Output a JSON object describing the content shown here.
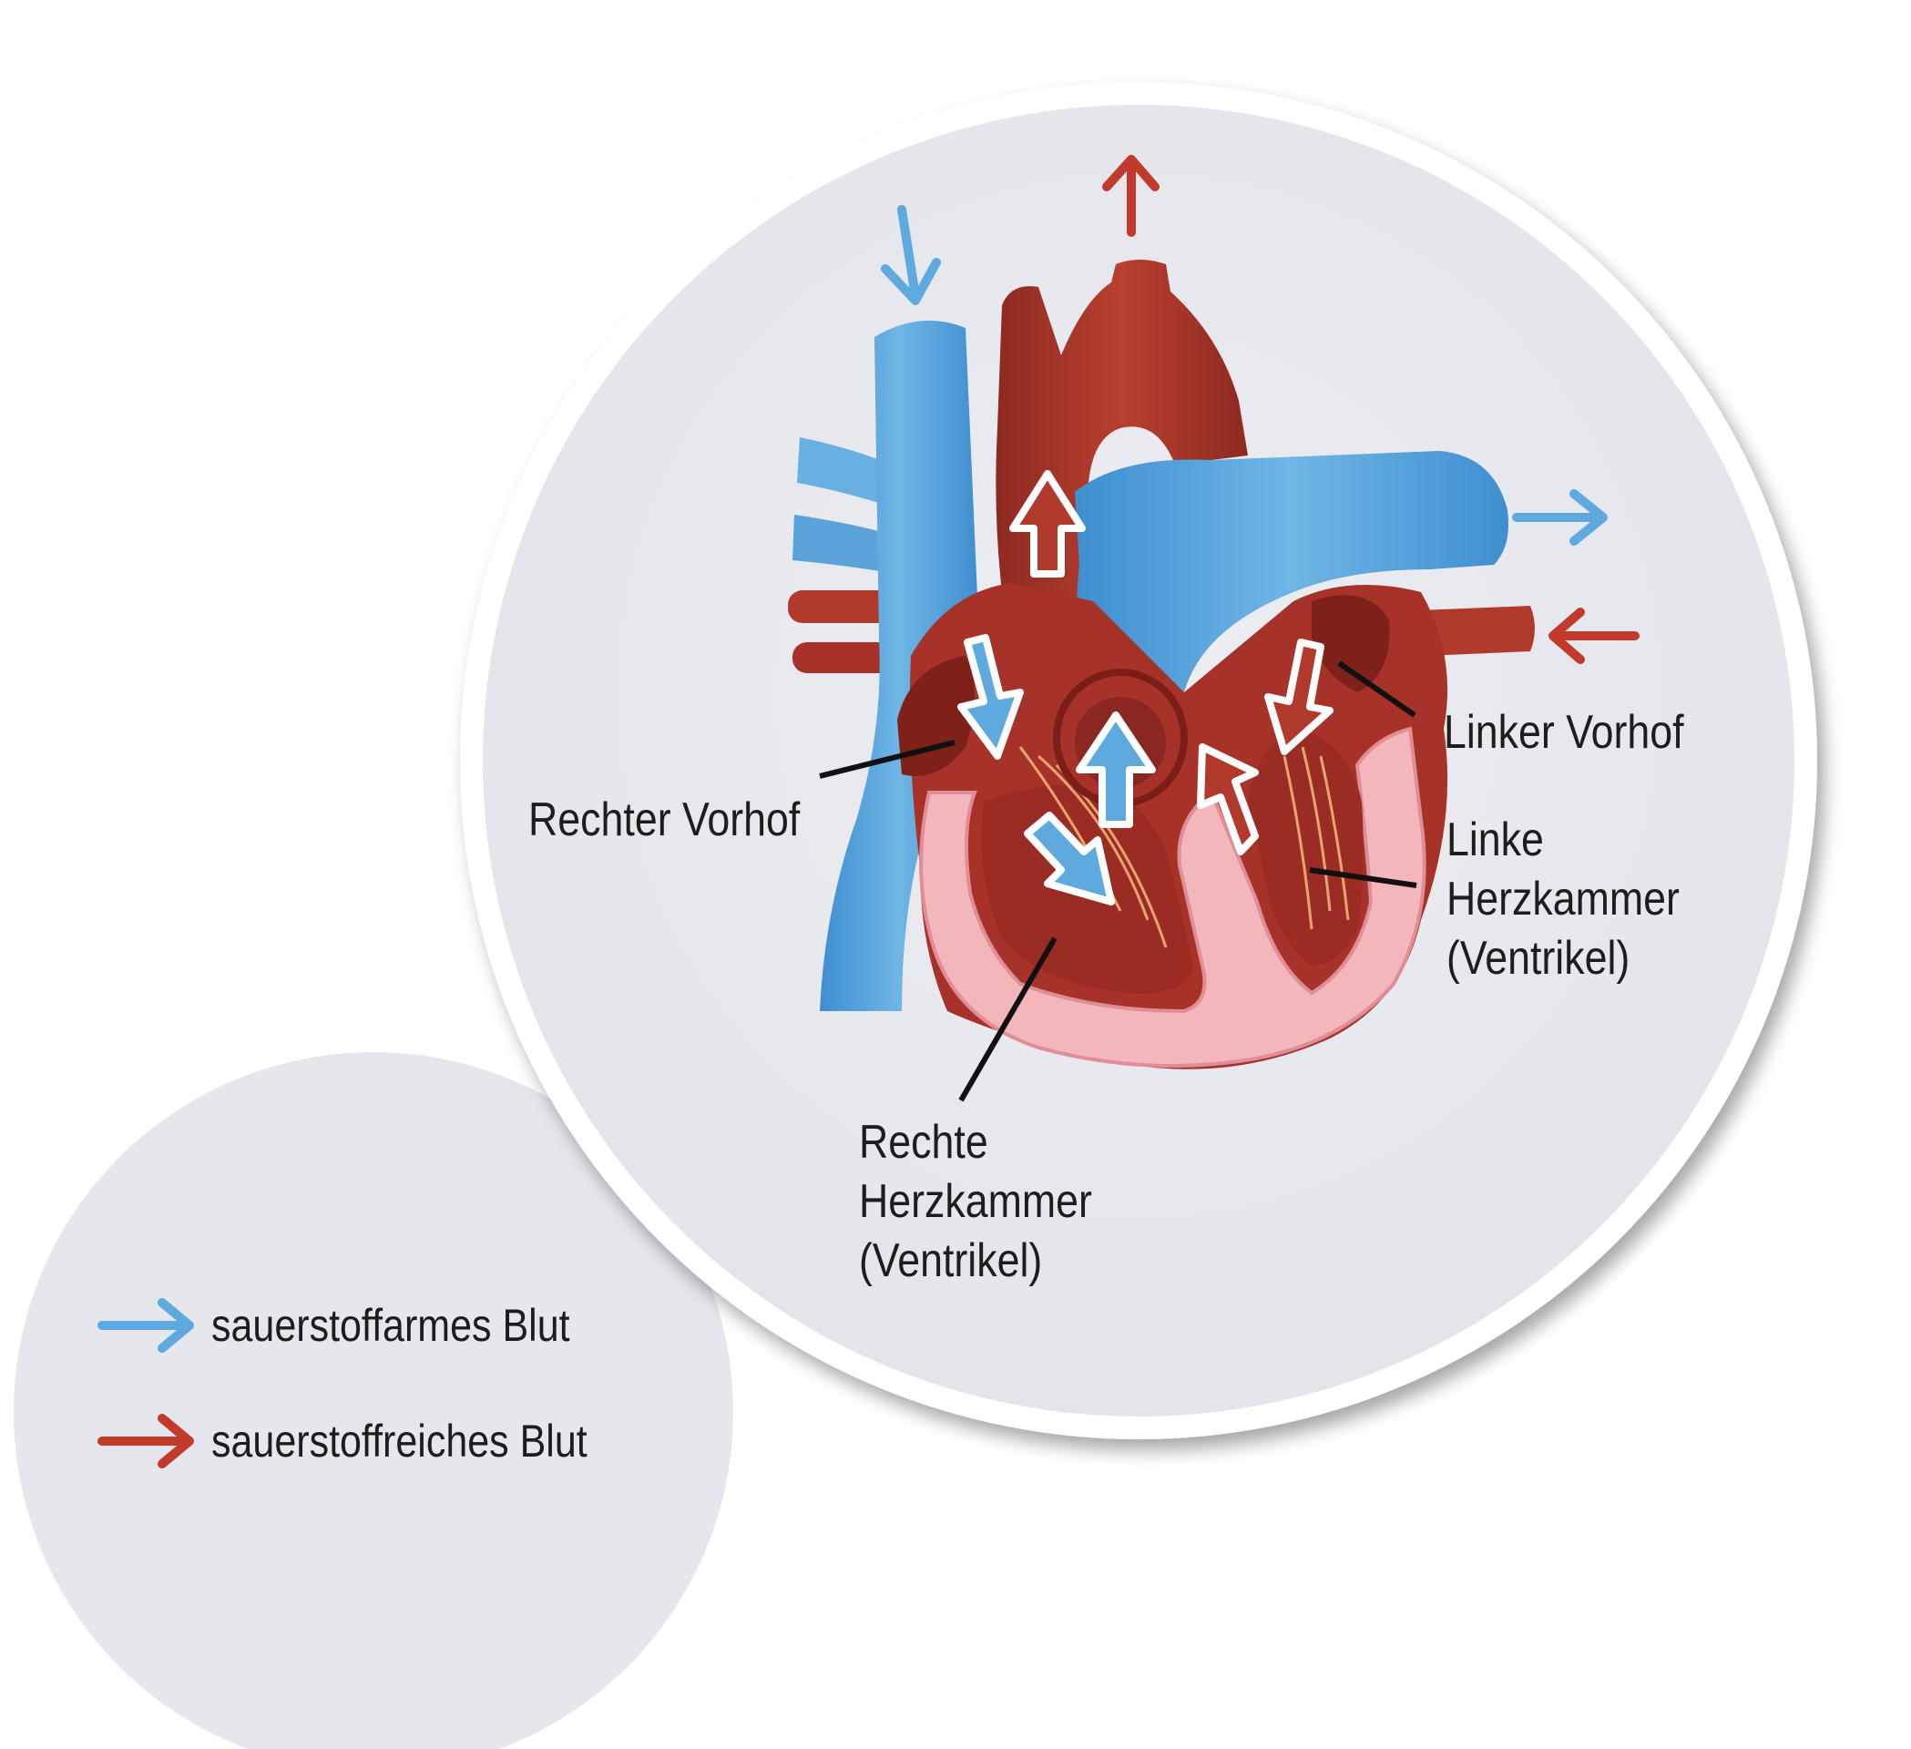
{
  "labels": {
    "rechter_vorhof": "Rechter Vorhof",
    "linker_vorhof": "Linker Vorhof",
    "linke_herzkammer": [
      "Linke",
      "Herzkammer",
      "(Ventrikel)"
    ],
    "rechte_herzkammer": [
      "Rechte",
      "Herzkammer",
      "(Ventrikel)"
    ]
  },
  "legend": {
    "items": [
      {
        "text": "sauerstoffarmes Blut",
        "color": "#5ea9dd"
      },
      {
        "text": "sauerstoffreiches Blut",
        "color": "#c23a2b"
      }
    ]
  },
  "colors": {
    "deoxygenated": "#5ea9dd",
    "oxygenated": "#c23a2b",
    "muscle": "#a8362b",
    "wall": "#f1b8bc",
    "circle_bg": "#e8e9ee"
  }
}
